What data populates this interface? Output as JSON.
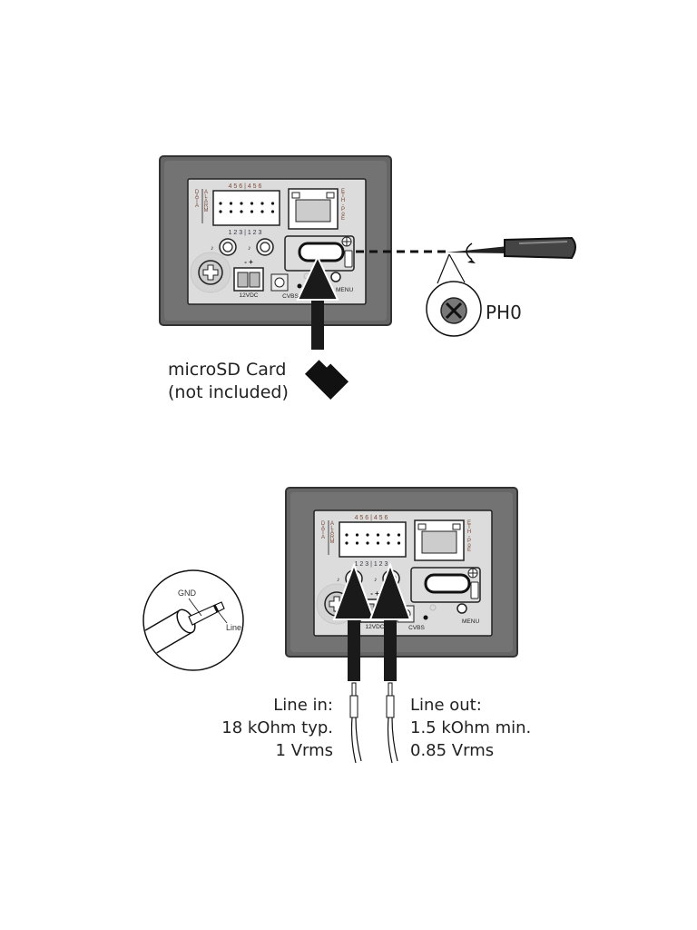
{
  "panel": {
    "top_pins": "4  5  6 | 4  5  6",
    "bottom_pins": "1  2  3 | 1  2  3",
    "data_label": "DATA",
    "alarm_label": "ALARM",
    "eth_label": "ETH-PoE",
    "power_polarity": "-  +",
    "power_label": "12VDC",
    "cvbs_label": "CVBS",
    "menu_label": "MENU"
  },
  "figure1": {
    "screwdriver_bit": "PH0",
    "sd_line1": "microSD Card",
    "sd_line2": "(not included)"
  },
  "figure2": {
    "plug_gnd": "GND",
    "plug_line": "Line",
    "line_in": [
      "Line in:",
      "18 kOhm typ.",
      "1 Vrms"
    ],
    "line_out": [
      "Line out:",
      "1.5 kOhm min.",
      "0.85 Vrms"
    ]
  },
  "colors": {
    "housing": "#666666",
    "panel": "#dcdcdc",
    "arrow": "#1a1a1a"
  }
}
